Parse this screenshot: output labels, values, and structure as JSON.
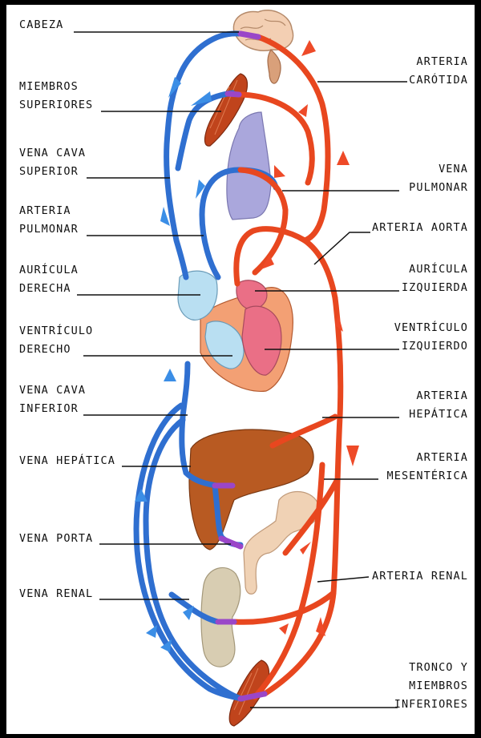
{
  "labels": {
    "cabeza": "CABEZA",
    "miembros_superiores": "MIEMBROS\nSUPERIORES",
    "vena_cava_superior": "VENA CAVA\nSUPERIOR",
    "arteria_pulmonar": "ARTERIA\nPULMONAR",
    "auricula_derecha": "AURÍCULA\nDERECHA",
    "ventriculo_derecho": "VENTRÍCULO\nDERECHO",
    "vena_cava_inferior": "VENA CAVA\nINFERIOR",
    "vena_hepatica": "VENA HEPÁTICA",
    "vena_porta": "VENA PORTA",
    "vena_renal": "VENA RENAL",
    "arteria_carotida": "ARTERIA\nCARÓTIDA",
    "vena_pulmonar": "VENA\nPULMONAR",
    "arteria_aorta": "ARTERIA AORTA",
    "auricula_izquierda": "AURÍCULA\nIZQUIERDA",
    "ventriculo_izquierdo": "VENTRÍCULO\nIZQUIERDO",
    "arteria_hepatica": "ARTERIA\nHEPÁTICA",
    "arteria_mesenterica": "ARTERIA\nMESENTÉRICA",
    "arteria_renal": "ARTERIA RENAL",
    "tronco_miembros_inferiores": "TRONCO Y\nMIEMBROS\nINFERIORES"
  },
  "colors": {
    "vein": "#2f6fd0",
    "artery": "#e8471f",
    "arrow_vein": "#3b8ee6",
    "arrow_artery": "#ee4a28",
    "lung": "#aaa7dc",
    "brain": "#f3cfb3",
    "liver": "#b85a22",
    "intestine": "#f0d2b5",
    "kidney": "#d8cdb2",
    "muscle": "#c0441c",
    "heart_right": "#b9dff2",
    "heart_left": "#ea6f86",
    "heart_wall": "#f3a074"
  }
}
